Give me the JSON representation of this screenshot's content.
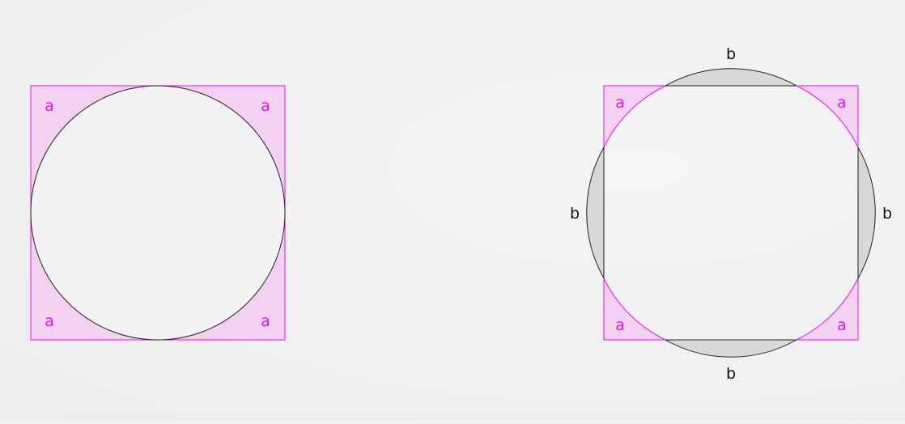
{
  "colors": {
    "magenta": "#ee11ee",
    "magenta_fill": "#f2d2f0",
    "gray_fill": "#d8d8d8",
    "stroke_dark": "#222222"
  },
  "left_figure": {
    "labels": {
      "top_left": "a",
      "top_right": "a",
      "bottom_left": "a",
      "bottom_right": "a"
    }
  },
  "right_figure": {
    "labels": {
      "top_left": "a",
      "top_right": "a",
      "bottom_left": "a",
      "bottom_right": "a",
      "top": "b",
      "bottom": "b",
      "left": "b",
      "right": "b"
    }
  }
}
